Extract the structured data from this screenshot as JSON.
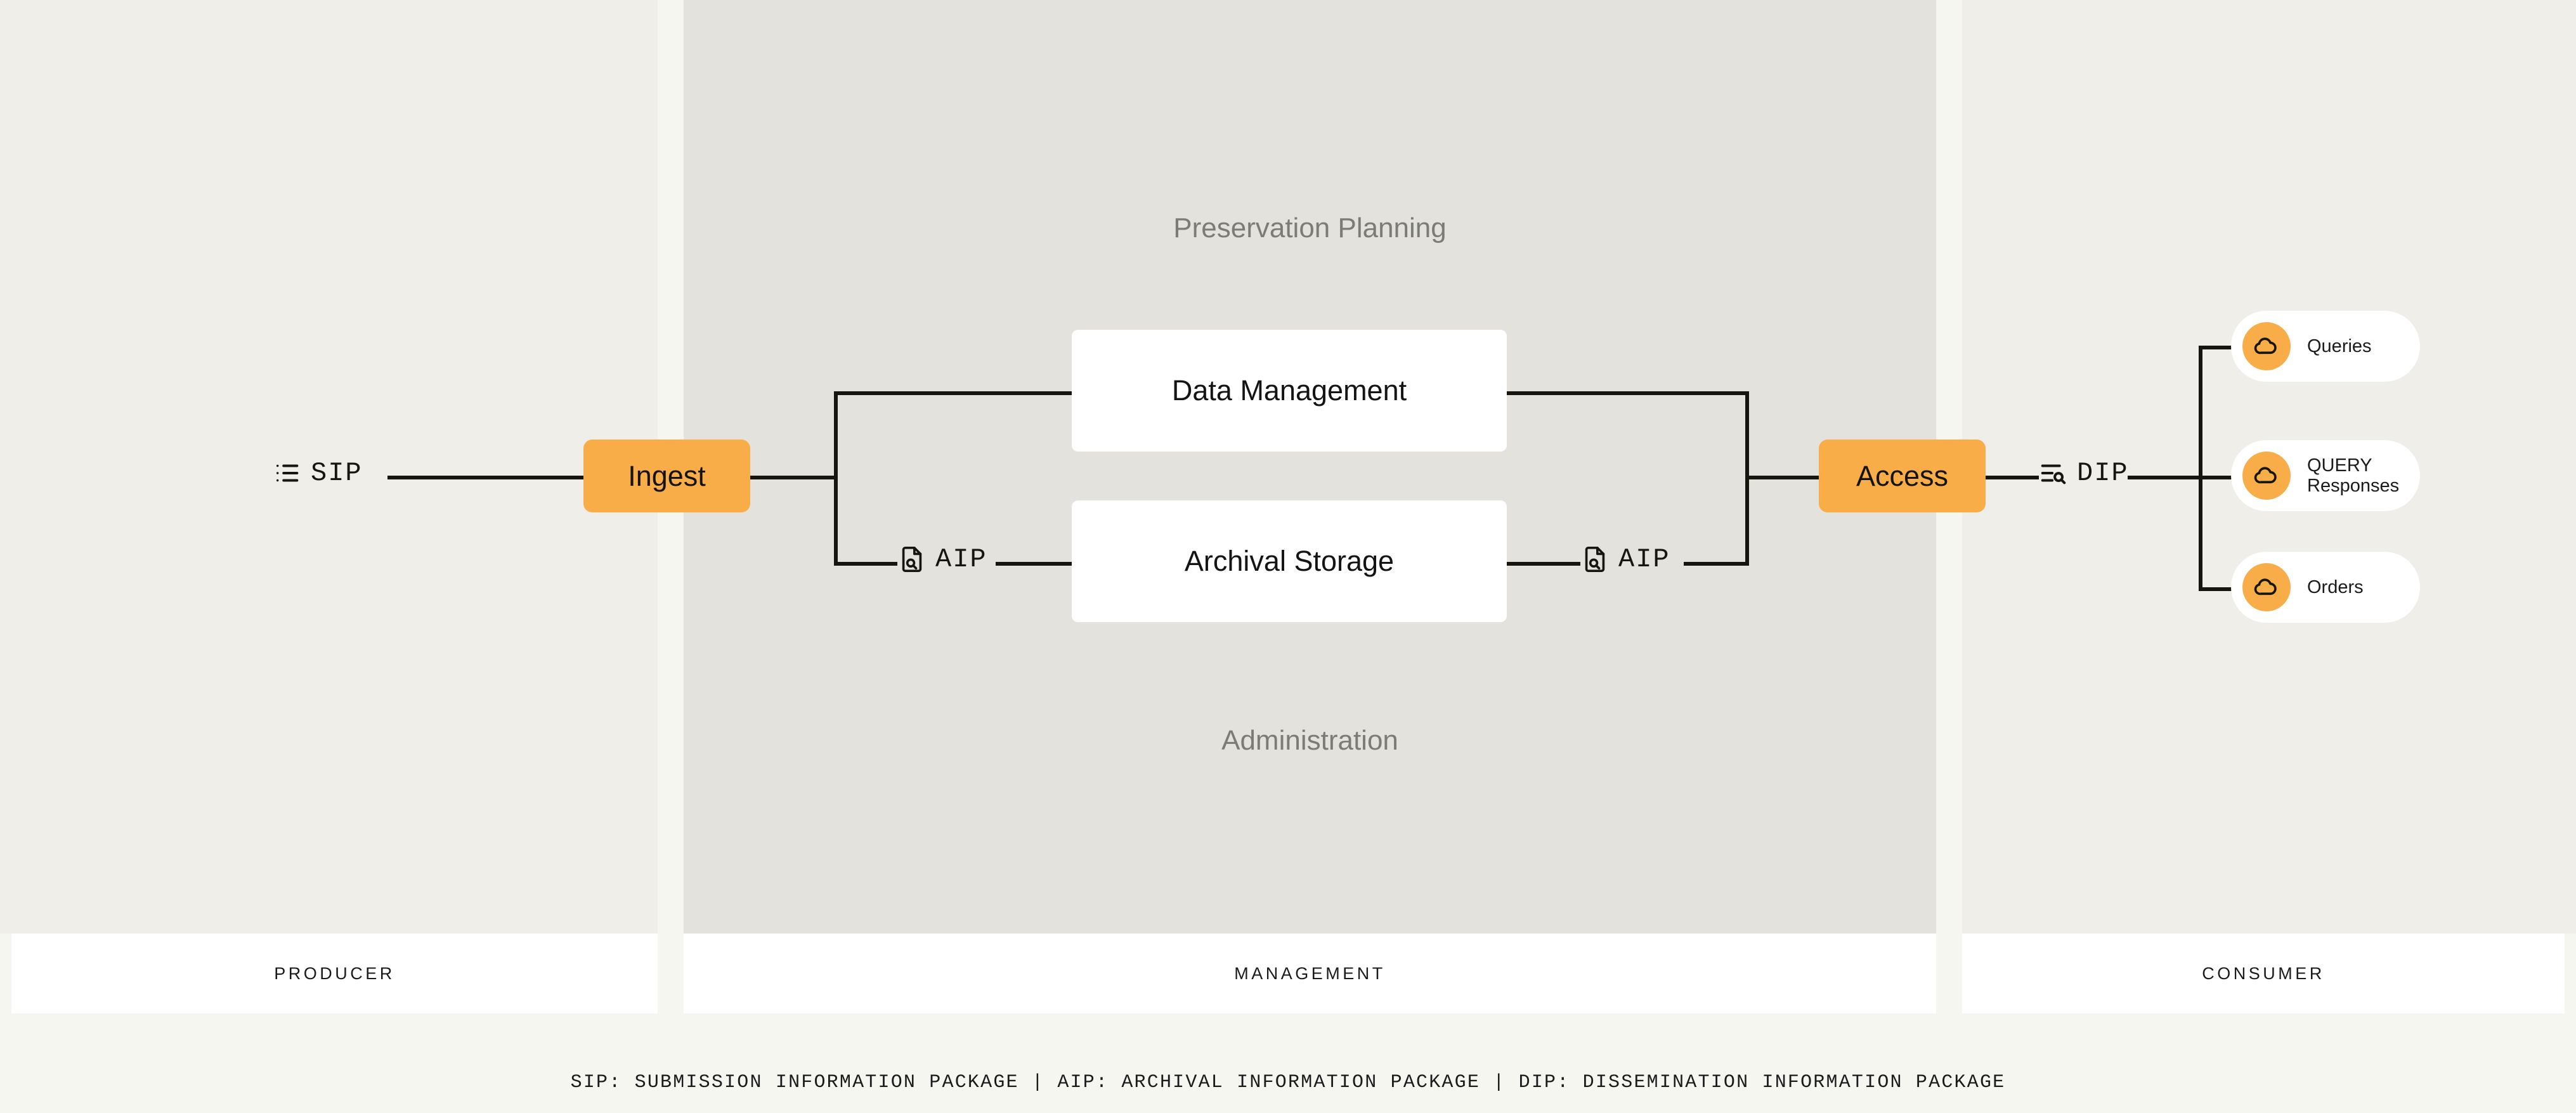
{
  "bands": {
    "producer": {
      "footer_label": "PRODUCER"
    },
    "management": {
      "footer_label": "MANAGEMENT",
      "top_heading": "Preservation Planning",
      "bottom_heading": "Administration"
    },
    "consumer": {
      "footer_label": "CONSUMER"
    }
  },
  "nodes": {
    "ingest": "Ingest",
    "access": "Access",
    "data_management": "Data Management",
    "archival_storage": "Archival Storage"
  },
  "packages": {
    "sip": {
      "label": "SIP",
      "icon": "list-icon"
    },
    "aip_left": {
      "label": "AIP",
      "icon": "file-search-icon"
    },
    "aip_right": {
      "label": "AIP",
      "icon": "file-search-icon"
    },
    "dip": {
      "label": "DIP",
      "icon": "list-search-icon"
    }
  },
  "consumer_outputs": [
    {
      "label": "Queries",
      "icon": "cloud-icon"
    },
    {
      "label": "QUERY\nResponses",
      "line1": "QUERY",
      "line2": "Responses",
      "icon": "cloud-icon"
    },
    {
      "label": "Orders",
      "icon": "cloud-icon"
    }
  ],
  "legend": "SIP: SUBMISSION INFORMATION PACKAGE | AIP: ARCHIVAL INFORMATION PACKAGE | DIP: DISSEMINATION INFORMATION PACKAGE",
  "colors": {
    "accent": "#F9AD49",
    "line": "#16160F",
    "band_producer": "#EFEEE9",
    "band_management": "#E3E2DD",
    "band_consumer": "#EFEEE9",
    "page_bg": "#F6F6F1",
    "ghost_text": "#7C7C76"
  }
}
